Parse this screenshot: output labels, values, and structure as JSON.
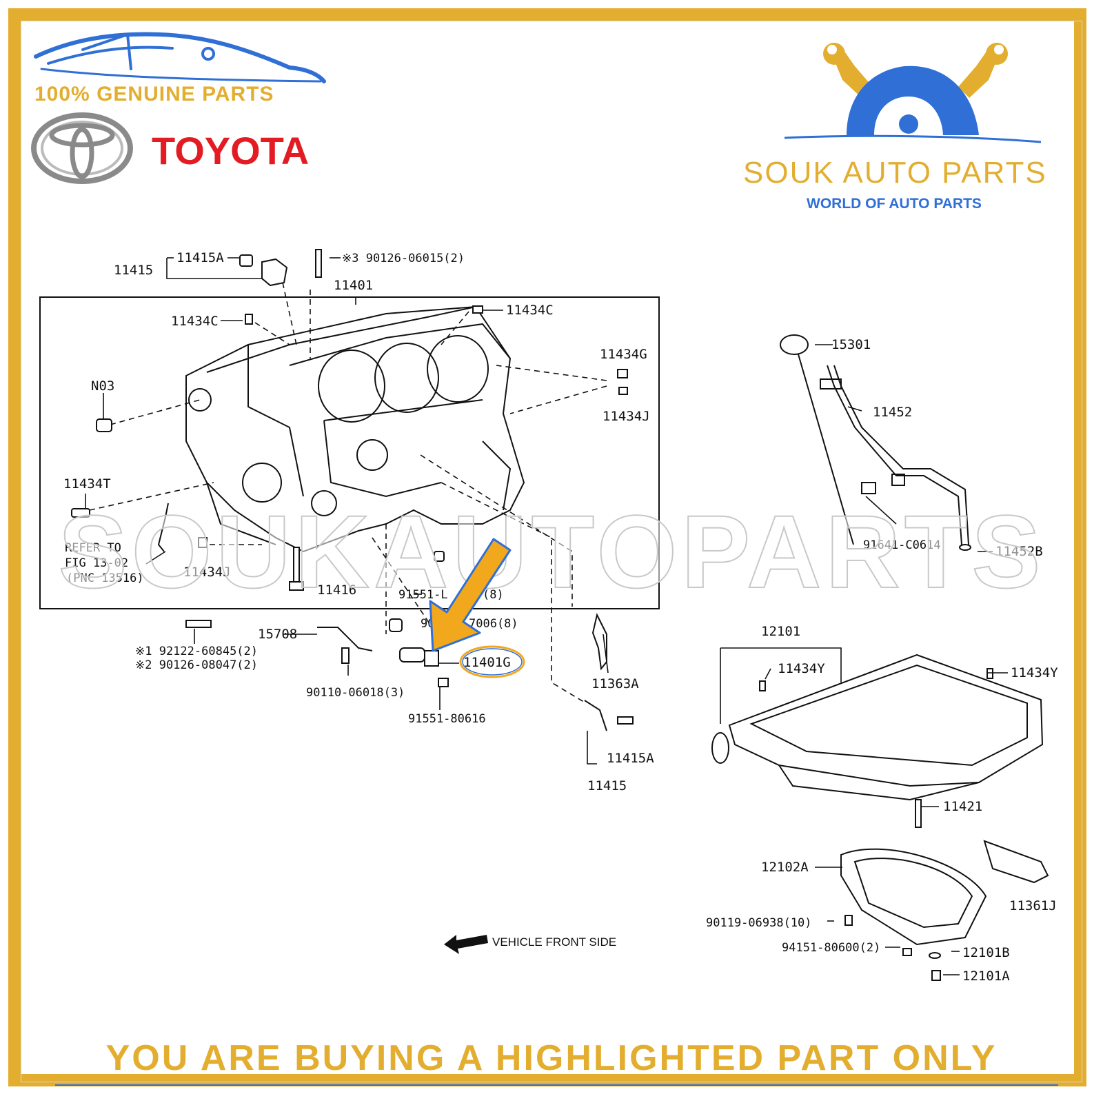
{
  "header": {
    "genuine": "100% GENUINE PARTS",
    "brand": "TOYOTA",
    "shop_name": "SOUK AUTO PARTS",
    "shop_tagline": "WORLD OF AUTO PARTS"
  },
  "diagram": {
    "labels": {
      "l_11415_top": "11415",
      "l_11415a_top": "11415A",
      "l_bolt_top": "※3 90126-06015(2)",
      "l_11401": "11401",
      "l_11434c_left": "11434C",
      "l_11434c_right": "11434C",
      "l_11434g": "11434G",
      "l_11434j_right": "11434J",
      "l_n03": "N03",
      "l_11434t": "11434T",
      "l_refer1": "REFER TO",
      "l_refer2": "FIG 13-02",
      "l_refer3": "(PNC 13516)",
      "l_11434j_bottom": "11434J",
      "l_11416": "11416",
      "l_91551_l": "91551-L",
      "l_91551_l_qty": "(8)",
      "l_90_prefix": "90",
      "l_7006": "7006(8)",
      "l_15708": "15708",
      "l_11401g": "11401G",
      "l_92122": "※1 92122-60845(2)",
      "l_90126": "※2 90126-08047(2)",
      "l_90110": "90110-06018(3)",
      "l_91551_80616": "91551-80616",
      "l_11363a": "11363A",
      "l_11415a_bottom": "11415A",
      "l_11415_bottom": "11415",
      "l_15301": "15301",
      "l_11452": "11452",
      "l_91641": "91641-C0614",
      "l_11452b": "11452B",
      "l_12101": "12101",
      "l_11434y_left": "11434Y",
      "l_11434y_right": "11434Y",
      "l_11421": "11421",
      "l_12102a": "12102A",
      "l_11361j": "11361J",
      "l_90119": "90119-06938(10)",
      "l_94151": "94151-80600(2)",
      "l_12101b": "12101B",
      "l_12101a": "12101A"
    },
    "direction_label": "VEHICLE FRONT SIDE",
    "watermark": "SOUKAUTOPARTS",
    "highlighted_part": "11401G"
  },
  "footer": {
    "notice": "YOU ARE BUYING A HIGHLIGHTED PART ONLY"
  },
  "colors": {
    "border": "#e3ae2f",
    "toyota_red": "#e31b23",
    "shop_blue": "#2f6fd6",
    "arrow": "#f2a81d"
  }
}
